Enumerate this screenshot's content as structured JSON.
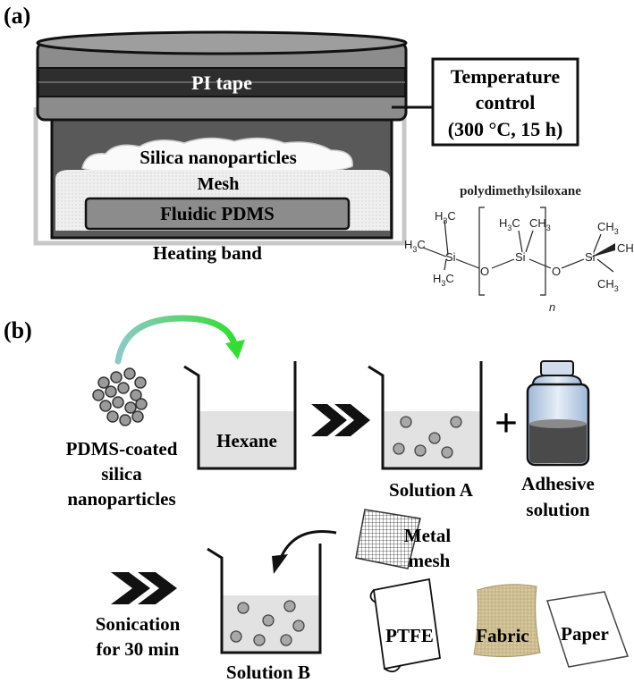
{
  "panel_a": {
    "label": "(a)",
    "pi_tape": "PI tape",
    "temperature": {
      "line1": "Temperature",
      "line2": "control",
      "line3": "(300 °C, 15 h)"
    },
    "silica": "Silica nanoparticles",
    "mesh": "Mesh",
    "fluidic_pdms": "Fluidic PDMS",
    "heating_band": "Heating band",
    "structure": {
      "title": "polydimethylsiloxane",
      "ch3": "CH",
      "sub3": "3",
      "h3c": "H",
      "si": "Si",
      "o": "O",
      "n": "n"
    }
  },
  "panel_b": {
    "label": "(b)",
    "pdms_coated": {
      "line1": "PDMS-coated",
      "line2": "silica",
      "line3": "nanoparticles"
    },
    "hexane": "Hexane",
    "solution_a": "Solution A",
    "adhesive": {
      "line1": "Adhesive",
      "line2": "solution"
    },
    "plus": "+",
    "metal_mesh": {
      "line1": "Metal",
      "line2": "mesh"
    },
    "ptfe": "PTFE",
    "fabric": "Fabric",
    "paper": "Paper",
    "sonication": {
      "line1": "Sonication",
      "line2": "for 30 min"
    },
    "solution_b": "Solution B"
  },
  "colors": {
    "dark_gray": "#595959",
    "mid_gray": "#8c8c8c",
    "light_fill": "#ececec",
    "liquid": "#dcdcdc",
    "arrow_start": "#8ec9c9",
    "arrow_end": "#33dd33",
    "fabric": "#d8c9a0"
  }
}
